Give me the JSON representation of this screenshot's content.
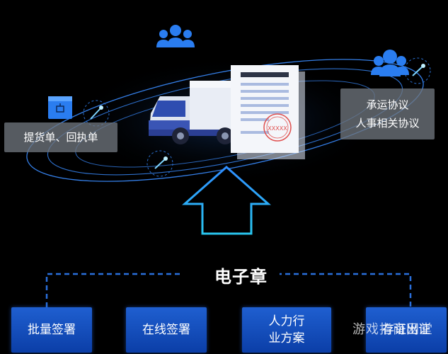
{
  "colors": {
    "background": "#000000",
    "orbit": "#3a8cff",
    "icon_blue": "#2a7df0",
    "button_blue": "#1650c4",
    "label_gray": "#6e747c",
    "arrow_outline": "#2f8dff"
  },
  "labels": {
    "left": "提货单、回执单",
    "right_line1": "承运协议",
    "right_line2": "人事相关协议"
  },
  "document": {
    "stamp_text": "XXXXX"
  },
  "brand": {
    "name": "电子章"
  },
  "buttons": [
    {
      "label": "批量签署"
    },
    {
      "label": "在线签署"
    },
    {
      "label_line1": "人力行",
      "label_line2": "业方案"
    },
    {
      "label": "存证出证"
    }
  ],
  "watermark": "游戏指南网堂",
  "icons": {
    "top_center": "group-people-icon",
    "top_right": "group-people-icon",
    "left": "package-box-icon",
    "main": "delivery-truck-icon"
  }
}
